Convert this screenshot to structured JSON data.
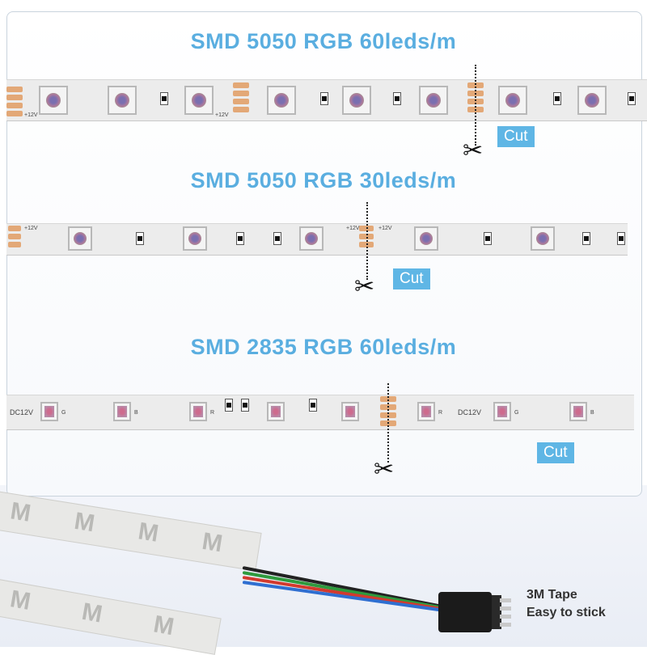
{
  "sections": [
    {
      "title": "SMD 5050 RGB 60leds/m",
      "cut_label": "Cut"
    },
    {
      "title": "SMD 5050 RGB 30leds/m",
      "cut_label": "Cut"
    },
    {
      "title": "SMD 2835 RGB 60leds/m",
      "cut_label": "Cut"
    }
  ],
  "strip_marks": {
    "plus12v": "+12V",
    "dc12v": "DC12V",
    "b": "B",
    "r": "R",
    "g": "G"
  },
  "tape_logo": "M",
  "caption": {
    "line1": "3M Tape",
    "line2": "Easy to stick"
  },
  "colors": {
    "title": "#5aaee0",
    "cut_badge": "#5fb6e5",
    "pad": "#e3a877"
  },
  "icons": [
    "scissors-icon"
  ]
}
